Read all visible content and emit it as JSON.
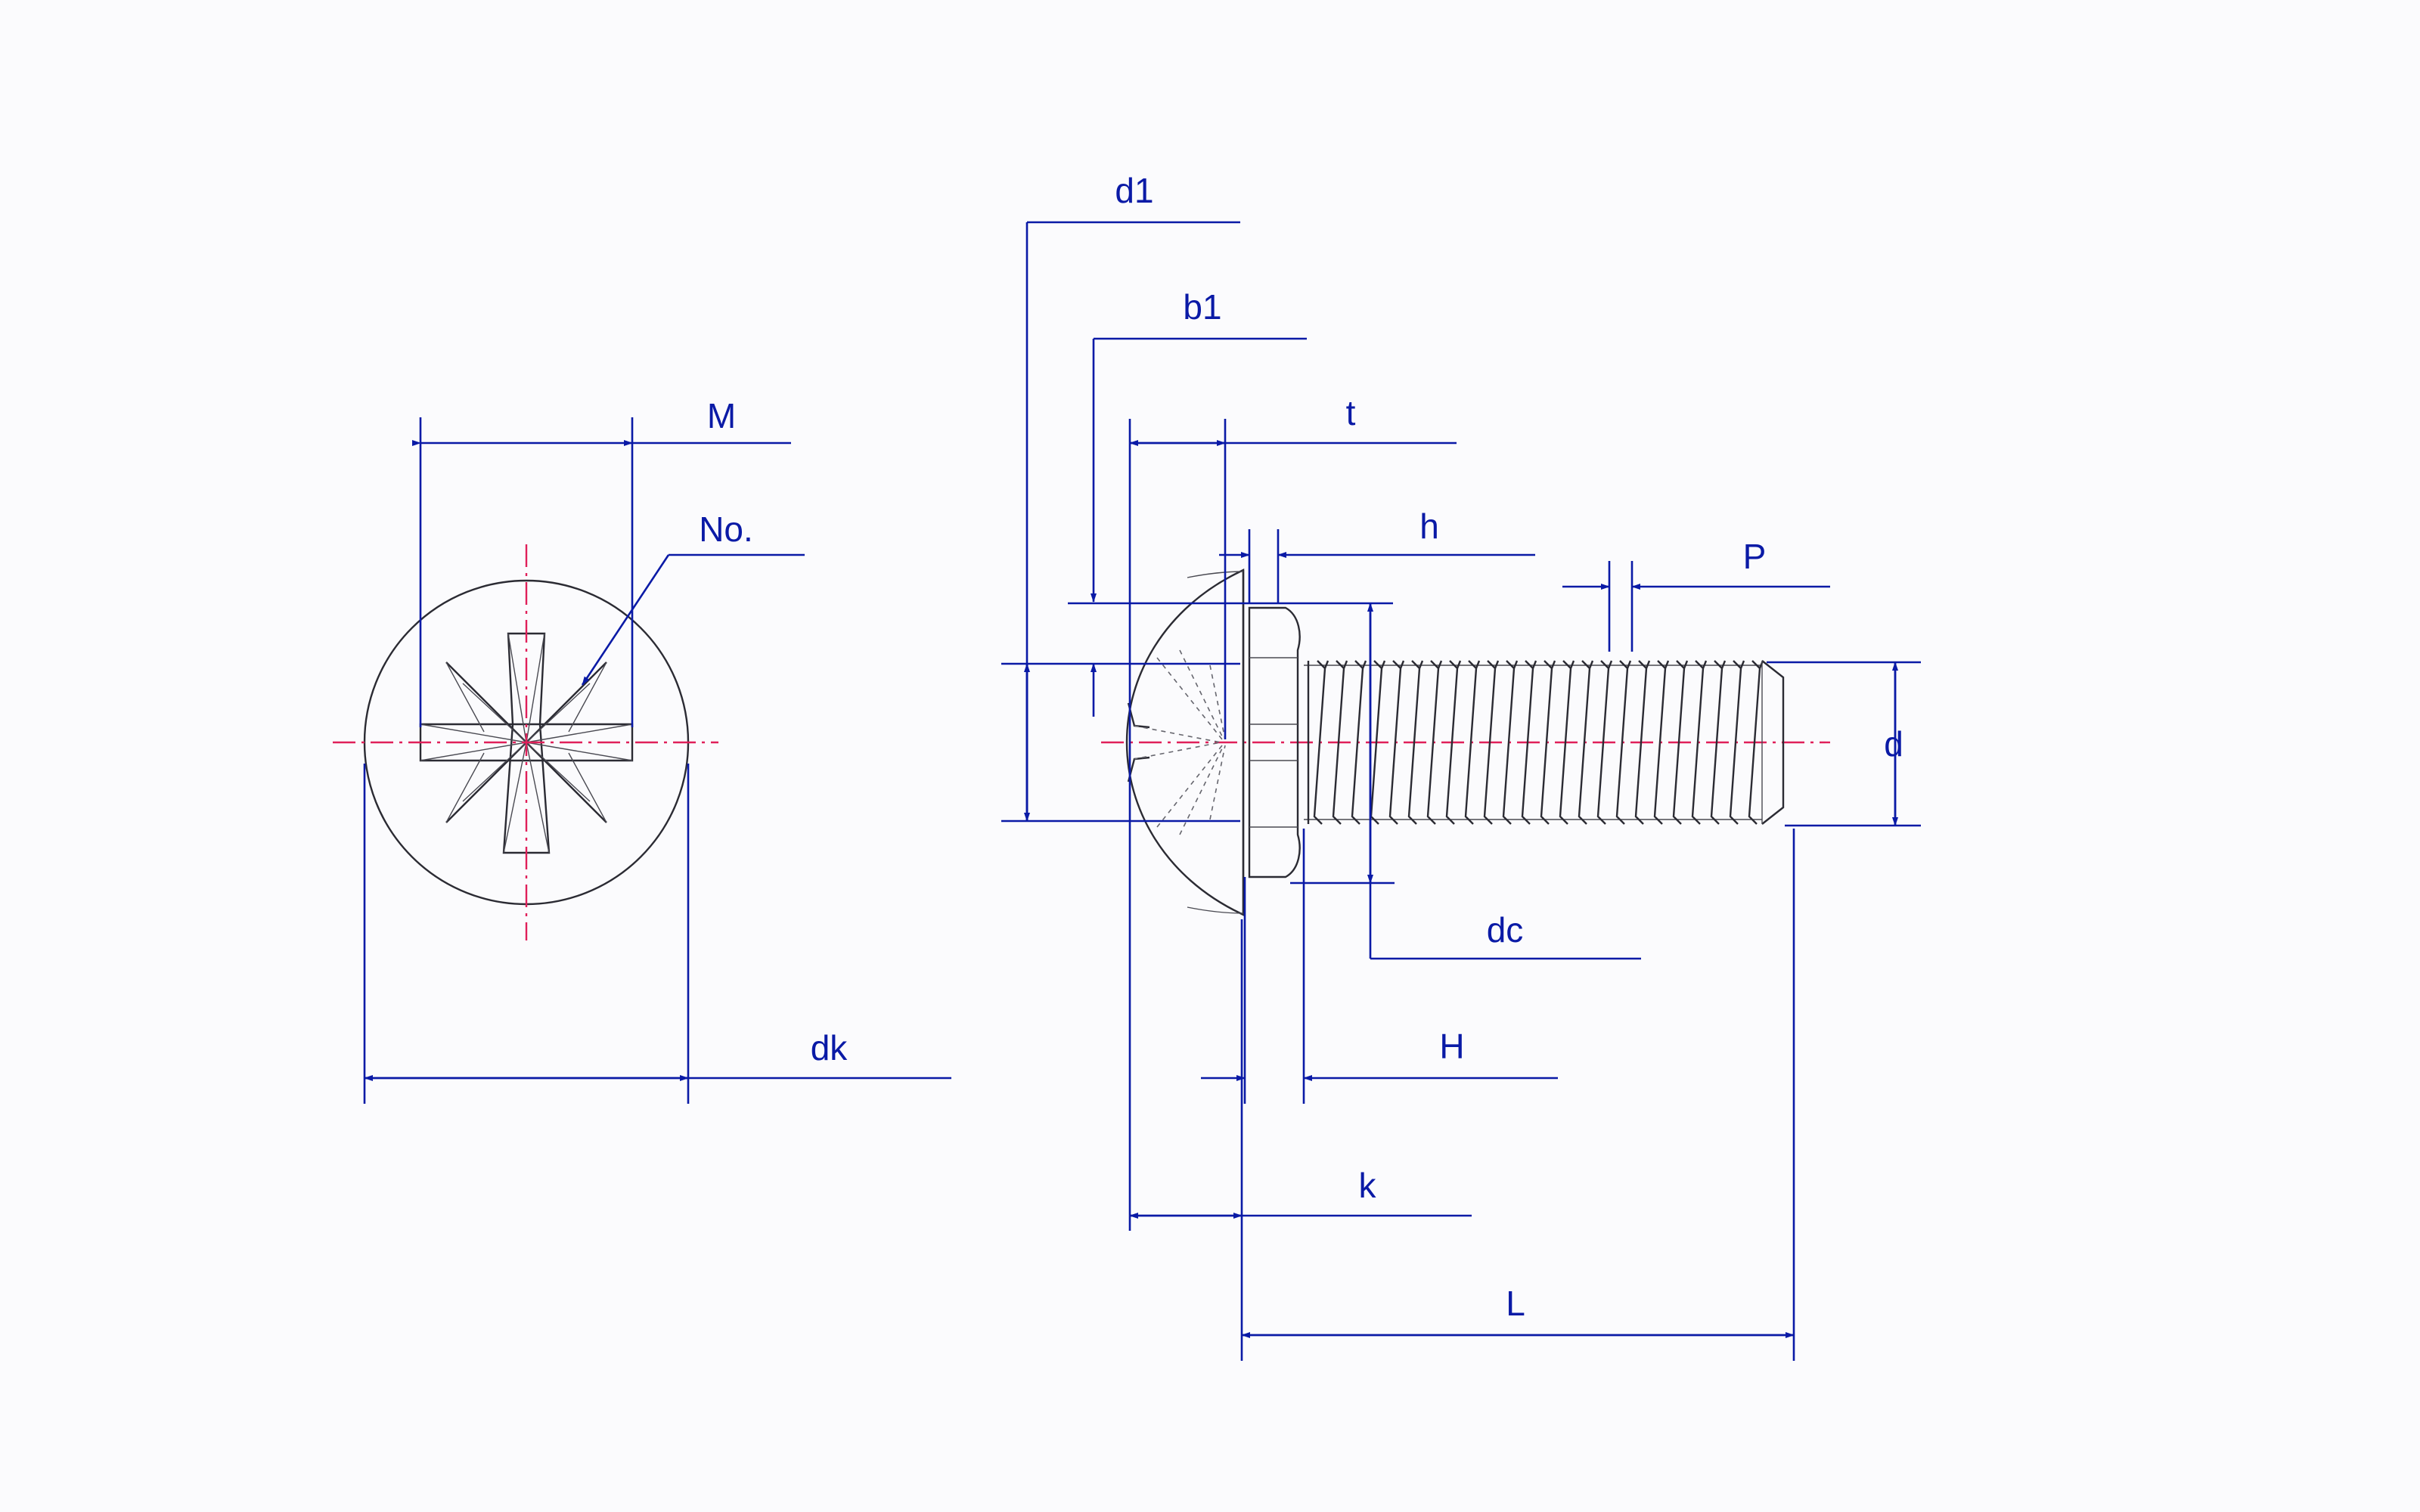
{
  "drawing": {
    "labels": {
      "M": "M",
      "No": "No.",
      "dk": "dk",
      "d1": "d1",
      "b1": "b1",
      "t": "t",
      "h": "h",
      "P": "P",
      "d": "d",
      "dc": "dc",
      "H": "H",
      "k": "k",
      "L": "L"
    },
    "colors": {
      "dimension": "#0a1aa6",
      "centerline": "#e0205a",
      "outline": "#2b2b33",
      "background": "#fbfbfd"
    }
  }
}
